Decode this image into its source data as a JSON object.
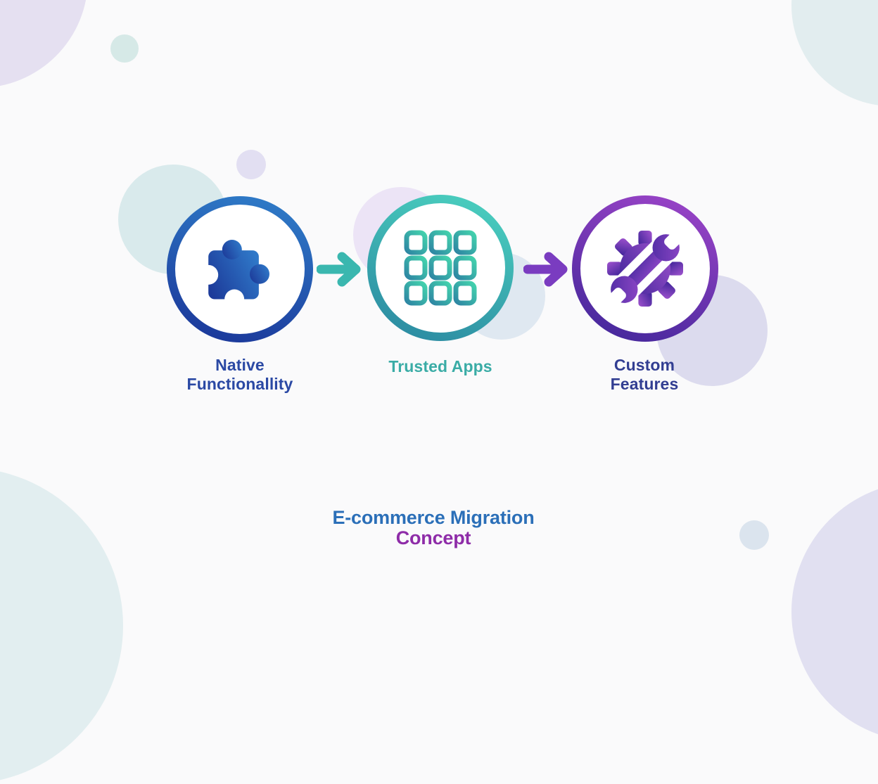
{
  "diagram": {
    "title": {
      "line1": "E-commerce Migration",
      "line2": "Concept",
      "line1_color": "#2b6fb8",
      "line2_color": "#8e2ca8"
    },
    "steps": [
      {
        "icon": "puzzle-icon",
        "label_line1": "Native",
        "label_line2": "Functionallity",
        "label_color": "#2b49a4",
        "ring_gradient_start": "#2f7cc8",
        "ring_gradient_end": "#1c3b9c"
      },
      {
        "icon": "app-grid-icon",
        "label_line1": "Trusted Apps",
        "label_line2": "",
        "label_color": "#3aaca6",
        "ring_gradient_start": "#4bd0bf",
        "ring_gradient_end": "#2b89a1"
      },
      {
        "icon": "gear-wrench-icon",
        "label_line1": "Custom",
        "label_line2": "Features",
        "label_color": "#323e92",
        "ring_gradient_start": "#9843c6",
        "ring_gradient_end": "#46289c"
      }
    ],
    "arrows": [
      {
        "icon": "arrow-right-icon",
        "color": "#3ab7af"
      },
      {
        "icon": "arrow-right-icon",
        "color": "#7a3cc0"
      }
    ],
    "background_color": "#fafafb"
  }
}
